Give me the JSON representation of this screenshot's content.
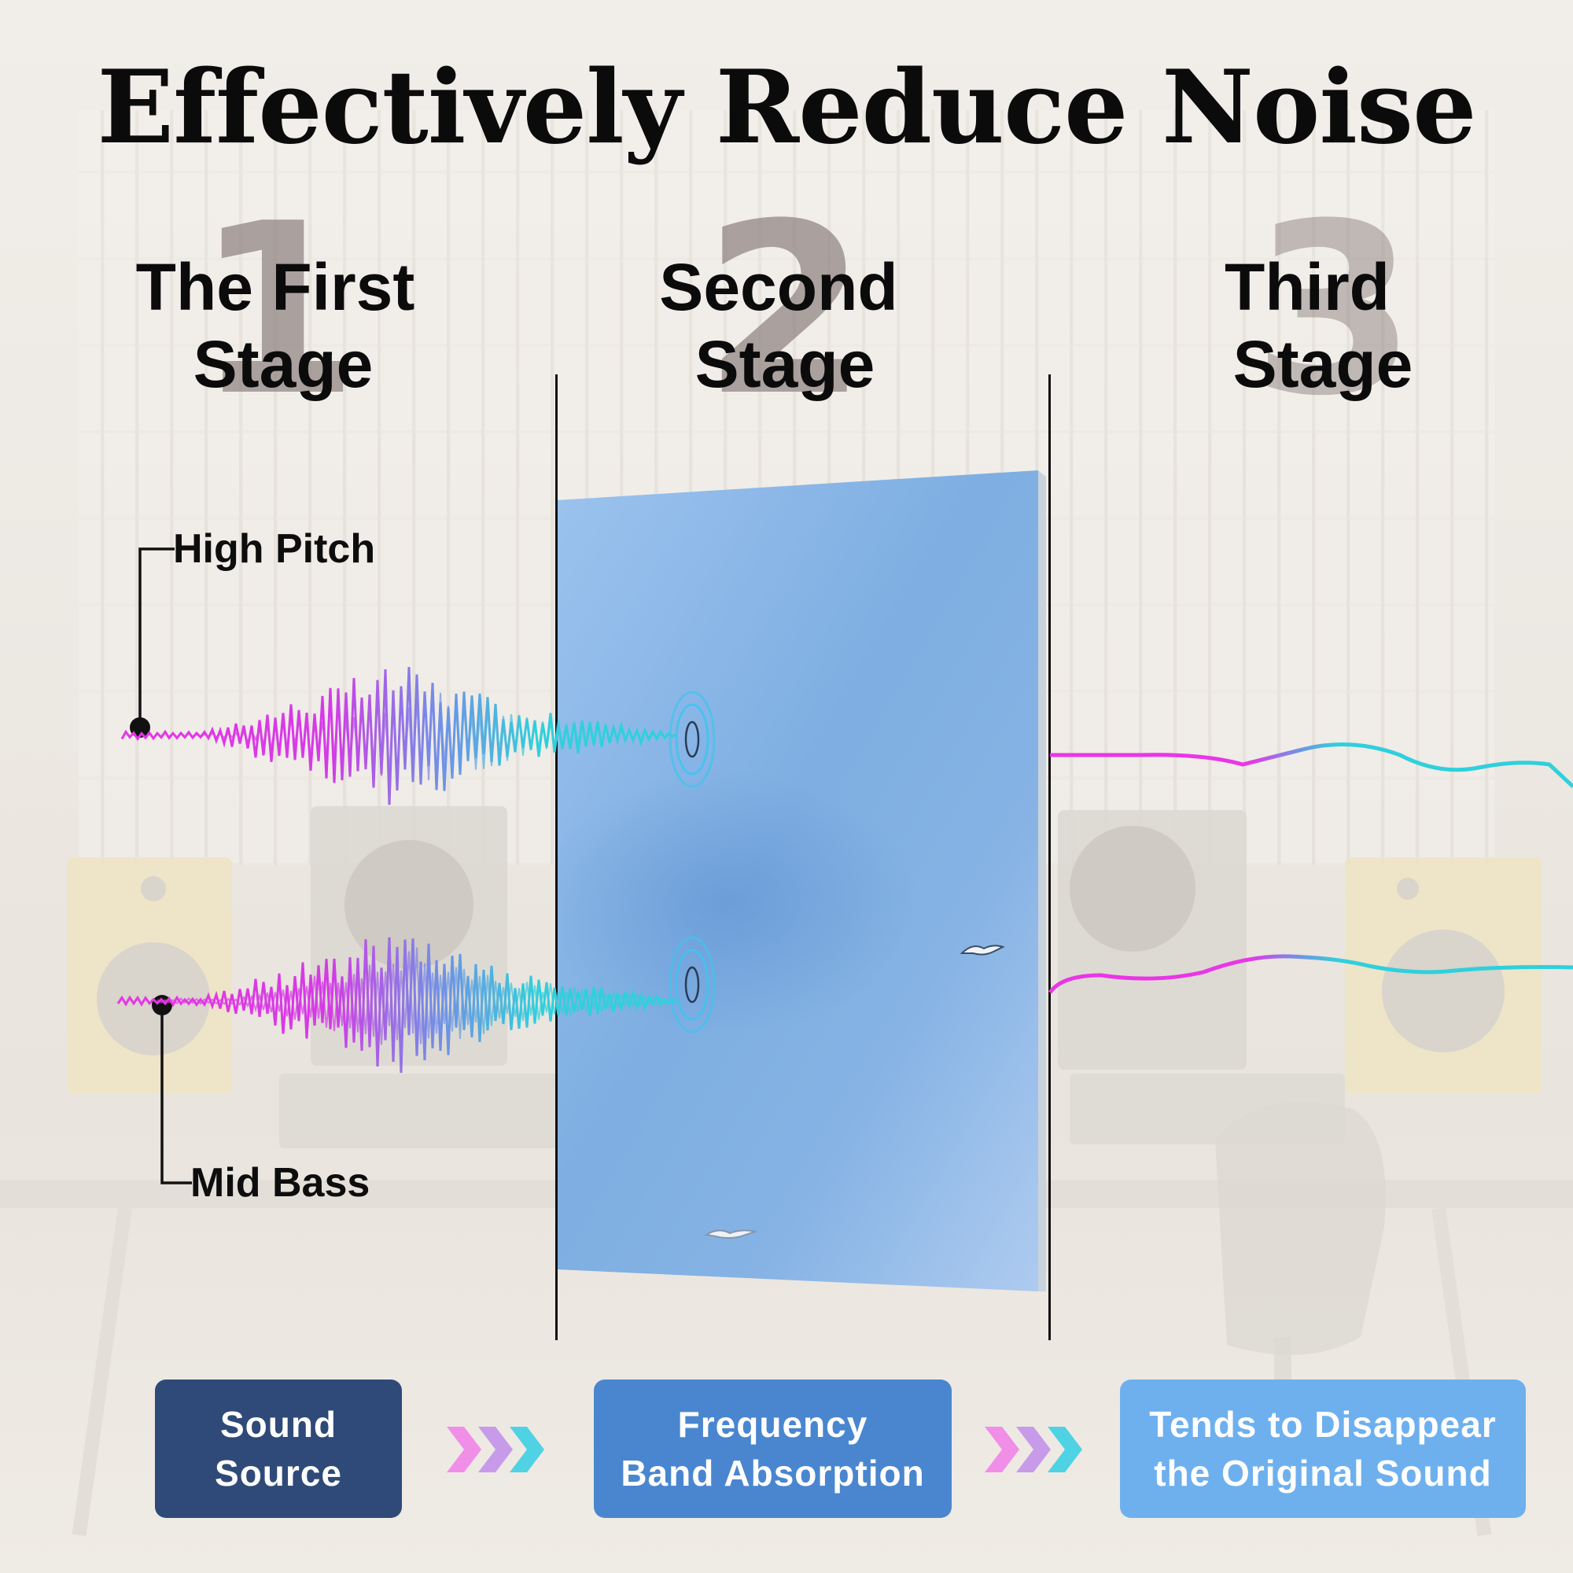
{
  "title": "Effectively Reduce Noise",
  "stages": [
    {
      "number": "1",
      "line1": "The First",
      "line2": "Stage"
    },
    {
      "number": "2",
      "line1": "Second",
      "line2": "Stage"
    },
    {
      "number": "3",
      "line1": "Third",
      "line2": "Stage"
    }
  ],
  "labels": {
    "high": "High Pitch",
    "mid": "Mid Bass"
  },
  "boxes": [
    {
      "line1": "Sound",
      "line2": "Source",
      "color": "#2f4a78"
    },
    {
      "line1": "Frequency",
      "line2": "Band Absorption",
      "color": "#4a86cf"
    },
    {
      "line1": "Tends to Disappear",
      "line2": "the Original Sound",
      "color": "#6eb0ee"
    }
  ],
  "colors": {
    "magenta": "#e936e6",
    "cyan": "#2fd0dc",
    "panel": "#8cb6e6"
  }
}
